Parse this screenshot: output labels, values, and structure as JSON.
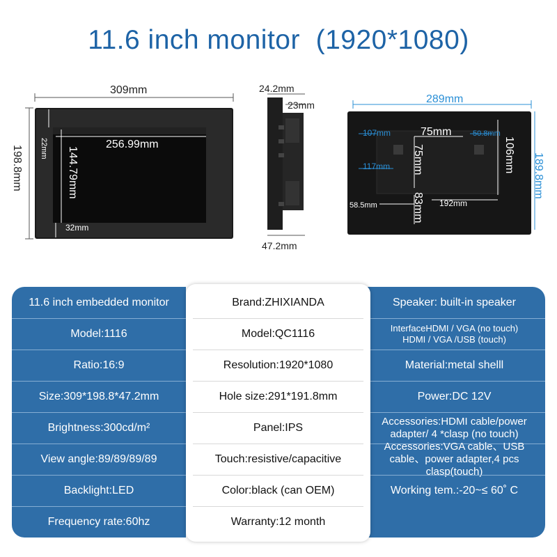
{
  "title": "11.6 inch monitor  (1920*1080)",
  "front_view": {
    "width": "309mm",
    "height": "198.8mm",
    "screen_width": "256.99mm",
    "screen_height": "144.79mm",
    "top_border": "22mm",
    "bottom_border": "32mm"
  },
  "side_view": {
    "top_depth": "24.2mm",
    "inner_depth": "23mm",
    "total_depth": "47.2mm"
  },
  "back_view": {
    "width": "289mm",
    "height": "189.8mm",
    "hole_left": "107mm",
    "hole_spacing_h": "75mm",
    "hole_right": "50.8mm",
    "hole_spacing_v": "75mm",
    "panel_height": "106mm",
    "left_117": "117mm",
    "bottom_83": "83mm",
    "bottom_58": "58.5mm",
    "bottom_192": "192mm"
  },
  "specs": {
    "left": [
      "11.6 inch embedded monitor",
      "Model:1116",
      "Ratio:16:9",
      "Size:309*198.8*47.2mm",
      "Brightness:300cd/m²",
      "View angle:89/89/89/89",
      "Backlight:LED",
      "Frequency rate:60hz"
    ],
    "mid": [
      "Brand:ZHIXIANDA",
      "Model:QC1116",
      "Resolution:1920*1080",
      "Hole size:291*191.8mm",
      "Panel:IPS",
      "Touch:resistive/capacitive",
      "Color:black (can OEM)",
      "Warranty:12 month"
    ],
    "right": [
      "Speaker: built-in speaker",
      "InterfaceHDMI / VGA  (no touch)\nHDMI / VGA /USB  (touch)",
      "Material:metal shelll",
      "Power:DC 12V",
      "Accessories:HDMI cable/power adapter/ 4 *clasp (no touch)",
      "Accessories:VGA cable、USB cable、power adapter,4 pcs clasp(touch)",
      "Working tem.:-20~≤ 60˚ C",
      ""
    ]
  },
  "colors": {
    "title": "#1d63a6",
    "panel_blue": "#2f6ea8",
    "dim_blue": "#2a8fd6"
  }
}
